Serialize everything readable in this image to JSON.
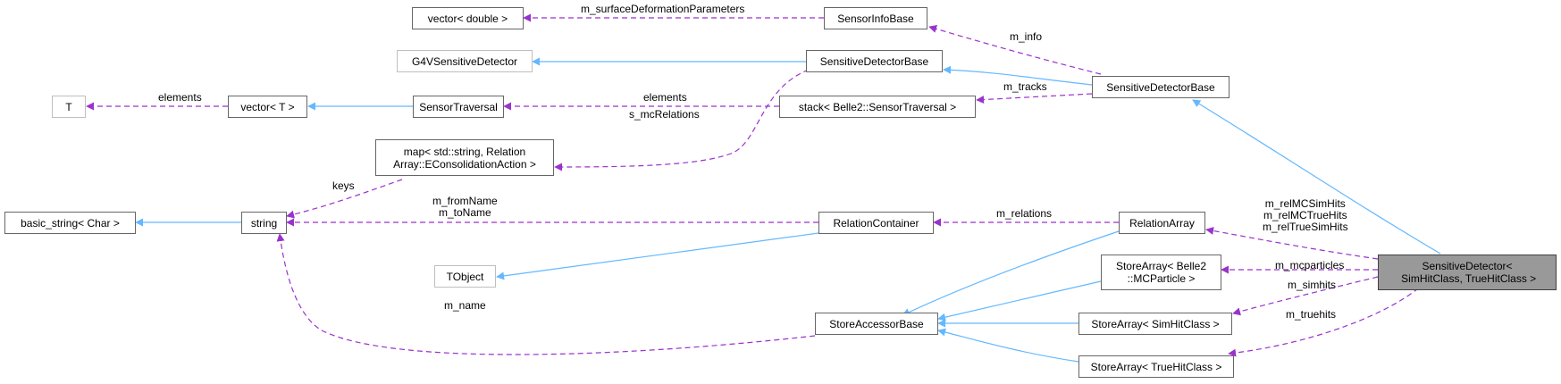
{
  "nodes": {
    "vec_double": {
      "label": "vector< double >"
    },
    "sensorinfobase": {
      "label": "SensorInfoBase"
    },
    "g4vsd": {
      "label": "G4VSensitiveDetector"
    },
    "sdbase_mid": {
      "label": "SensitiveDetectorBase"
    },
    "sdbase_right": {
      "label": "SensitiveDetectorBase"
    },
    "t": {
      "label": "T"
    },
    "vector_t": {
      "label": "vector< T >"
    },
    "sensortraversal": {
      "label": "SensorTraversal"
    },
    "stack": {
      "label": "stack< Belle2::SensorTraversal >"
    },
    "map": {
      "label": "map< std::string, Relation\nArray::EConsolidationAction >"
    },
    "basic_string": {
      "label": "basic_string< Char >"
    },
    "string": {
      "label": "string"
    },
    "relationcontainer": {
      "label": "RelationContainer"
    },
    "relationarray": {
      "label": "RelationArray"
    },
    "tobject": {
      "label": "TObject"
    },
    "storearray_mcp": {
      "label": "StoreArray< Belle2\n::MCParticle >"
    },
    "sensitivedetector": {
      "label": "SensitiveDetector<\n SimHitClass, TrueHitClass >"
    },
    "storeaccessorbase": {
      "label": "StoreAccessorBase"
    },
    "storearray_sim": {
      "label": "StoreArray< SimHitClass >"
    },
    "storearray_true": {
      "label": "StoreArray< TrueHitClass >"
    }
  },
  "edge_labels": {
    "surface_params": "m_surfaceDeformationParameters",
    "info": "m_info",
    "tracks": "m_tracks",
    "elements_left": "elements",
    "elements_mid": "elements",
    "mc_relations": "s_mcRelations",
    "keys": "keys",
    "from_to_name": "m_fromName\nm_toName",
    "relations": "m_relations",
    "rel_hits": "m_relMCSimHits\nm_relMCTrueHits\nm_relTrueSimHits",
    "mcparticles": "m_mcparticles",
    "simhits": "m_simhits",
    "truehits": "m_truehits",
    "name": "m_name"
  },
  "colors": {
    "inheritance": "#63b8ff",
    "usage": "#9a32cd",
    "node_border": "#666666",
    "external_border": "#bfbfbf",
    "focus_fill": "#999999"
  }
}
